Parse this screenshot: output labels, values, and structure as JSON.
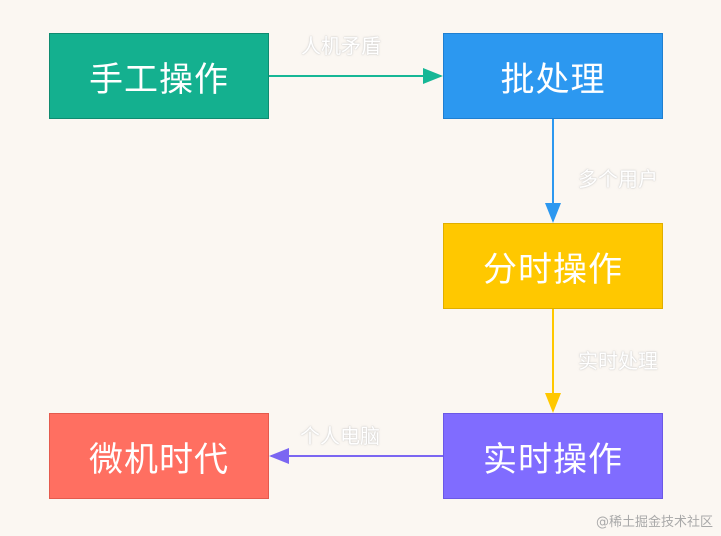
{
  "nodes": [
    {
      "id": "n1",
      "label": "手工操作",
      "color": "#14b08f"
    },
    {
      "id": "n2",
      "label": "批处理",
      "color": "#2c98f0"
    },
    {
      "id": "n3",
      "label": "分时操作",
      "color": "#ffc800"
    },
    {
      "id": "n4",
      "label": "实时操作",
      "color": "#806cff"
    },
    {
      "id": "n5",
      "label": "微机时代",
      "color": "#ff6f61"
    }
  ],
  "edges": [
    {
      "from": "n1",
      "to": "n2",
      "label": "人机矛盾",
      "color": "#16b796"
    },
    {
      "from": "n2",
      "to": "n3",
      "label": "多个用户",
      "color": "#2c98f0"
    },
    {
      "from": "n3",
      "to": "n4",
      "label": "实时处理",
      "color": "#ffc800"
    },
    {
      "from": "n4",
      "to": "n5",
      "label": "个人电脑",
      "color": "#7b66f2"
    }
  ],
  "watermark": "@稀土掘金技术社区"
}
